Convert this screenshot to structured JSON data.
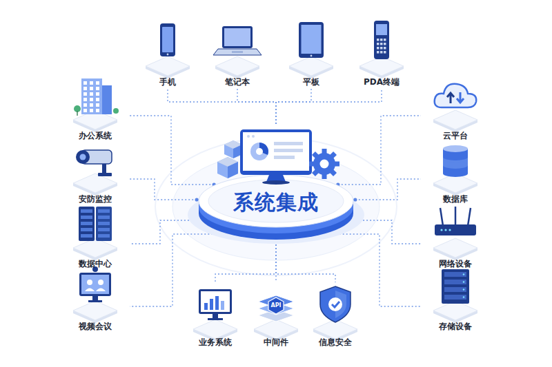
{
  "diagram": {
    "nodes": [
      {
        "text": [
          "手机"
        ]
      },
      {
        "text": [
          "笔记本"
        ]
      },
      {
        "text": [
          "平板"
        ]
      },
      {
        "text": [
          "PDA终端"
        ]
      },
      {
        "text": [
          "办公系统"
        ]
      },
      {
        "text": [
          "云平台"
        ]
      },
      {
        "text": [
          "安防监控"
        ]
      },
      {
        "text": [
          "系统集成"
        ]
      },
      {
        "text": [
          "数据库"
        ]
      },
      {
        "text": [
          "数据中心"
        ]
      },
      {
        "text": [
          "网络设备"
        ]
      },
      {
        "text": [
          "视频会议"
        ]
      },
      {
        "text": [
          "存储设备"
        ]
      },
      {
        "text": [
          "业务系统"
        ]
      },
      {
        "text": [
          "中间件"
        ]
      },
      {
        "text": [
          "信息安全"
        ]
      }
    ],
    "edges": [
      {
        "from": 7,
        "to": 0,
        "arrow": "none"
      },
      {
        "from": 7,
        "to": 1,
        "arrow": "none"
      },
      {
        "from": 7,
        "to": 2,
        "arrow": "none"
      },
      {
        "from": 7,
        "to": 3,
        "arrow": "none"
      },
      {
        "from": 7,
        "to": 4,
        "arrow": "none"
      },
      {
        "from": 7,
        "to": 6,
        "arrow": "none"
      },
      {
        "from": 7,
        "to": 9,
        "arrow": "none"
      },
      {
        "from": 7,
        "to": 11,
        "arrow": "none"
      },
      {
        "from": 7,
        "to": 5,
        "arrow": "none"
      },
      {
        "from": 7,
        "to": 8,
        "arrow": "none"
      },
      {
        "from": 7,
        "to": 10,
        "arrow": "none"
      },
      {
        "from": 7,
        "to": 12,
        "arrow": "none"
      },
      {
        "from": 7,
        "to": 13,
        "arrow": "none"
      },
      {
        "from": 7,
        "to": 14,
        "arrow": "none"
      },
      {
        "from": 7,
        "to": 15,
        "arrow": "none"
      }
    ],
    "labels": [
      "API"
    ]
  }
}
